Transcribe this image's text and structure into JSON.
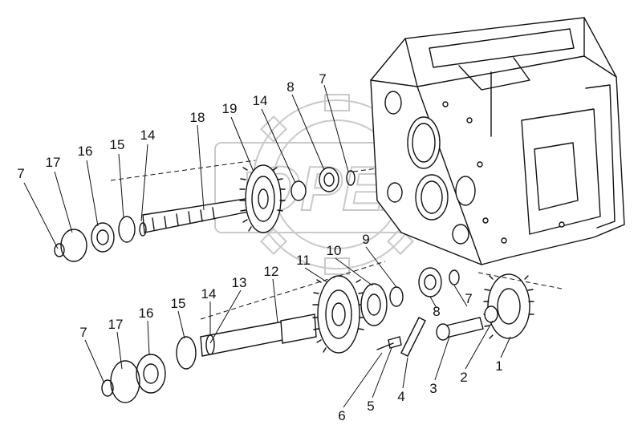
{
  "watermark": {
    "text": "OPEX",
    "color": "#c9c9c9"
  },
  "callouts": [
    "1",
    "2",
    "3",
    "4",
    "5",
    "6",
    "7",
    "8",
    "9",
    "10",
    "11",
    "12",
    "13",
    "14",
    "15",
    "16",
    "17",
    "18",
    "19"
  ],
  "colors": {
    "ink": "#111111",
    "paper": "#ffffff"
  }
}
